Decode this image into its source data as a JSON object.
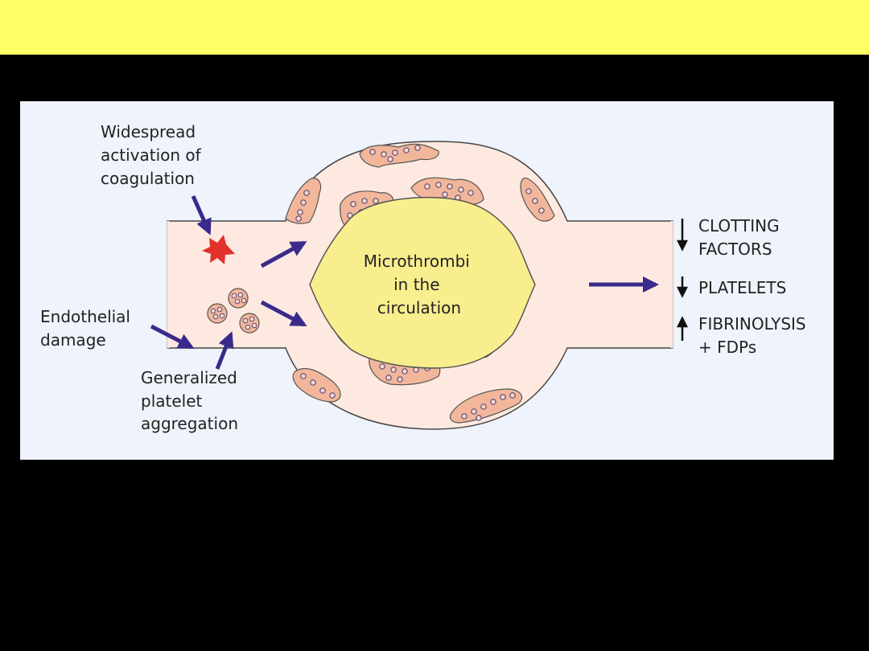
{
  "colors": {
    "title_bar": "#ffff66",
    "background": "#000000",
    "panel": "#eff3fb",
    "vessel": "#fde9df",
    "thrombus": "#f2b79b",
    "clot": "#f8ee8e",
    "arrow": "#3a2a8c",
    "star": "#e2302a"
  },
  "icons": {
    "activation_star": "red-starburst",
    "platelets": "platelet-cluster",
    "arrows": "navy-arrow"
  },
  "labels": {
    "activation": [
      "Widespread",
      "activation of",
      "coagulation"
    ],
    "endothelial": [
      "Endothelial",
      "damage"
    ],
    "platelet": [
      "Generalized",
      "platelet",
      "aggregation"
    ],
    "clot": [
      "Microthrombi",
      "in the",
      "circulation"
    ]
  },
  "effects": [
    {
      "direction": "down",
      "lines": [
        "CLOTTING",
        "FACTORS"
      ]
    },
    {
      "direction": "down",
      "lines": [
        "PLATELETS"
      ]
    },
    {
      "direction": "up",
      "lines": [
        "FIBRINOLYSIS",
        "+  FDPs"
      ]
    }
  ]
}
